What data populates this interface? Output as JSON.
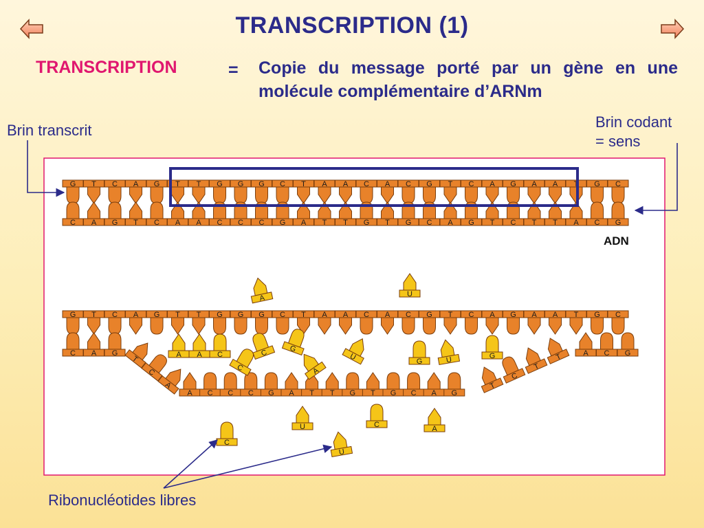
{
  "slide": {
    "title": "TRANSCRIPTION (1)"
  },
  "definition": {
    "term": "TRANSCRIPTION",
    "equals": "=",
    "text": "Copie du message porté par un gène en une molécule complémentaire d’ARNm"
  },
  "labels": {
    "transcribed_strand": "Brin transcrit",
    "coding_strand_line1": "Brin codant",
    "coding_strand_line2": "= sens",
    "dna": "ADN",
    "free_ribonucleotides": "Ribonucléotides libres"
  },
  "icons": {
    "previous": "left-arrow-icon",
    "next": "right-arrow-icon"
  },
  "colors": {
    "title": "#2b2b8a",
    "term": "#e0176f",
    "dna_nucleotide": "#e8822a",
    "ribonucleotide": "#f5c518",
    "frame_border": "#e0176f",
    "gene_box": "#2b2b8a"
  },
  "dna_top": {
    "coding_strand": [
      "G",
      "T",
      "C",
      "A",
      "G",
      "T",
      "T",
      "G",
      "G",
      "G",
      "C",
      "T",
      "A",
      "A",
      "C",
      "A",
      "C",
      "G",
      "T",
      "C",
      "A",
      "G",
      "A",
      "A",
      "T",
      "G",
      "C"
    ],
    "template_strand": [
      "C",
      "A",
      "G",
      "T",
      "C",
      "A",
      "A",
      "C",
      "C",
      "C",
      "G",
      "A",
      "T",
      "T",
      "G",
      "T",
      "G",
      "C",
      "A",
      "G",
      "T",
      "C",
      "T",
      "T",
      "A",
      "C",
      "G"
    ]
  },
  "dna_bottom": {
    "coding_strand": [
      "G",
      "T",
      "C",
      "A",
      "G",
      "T",
      "T",
      "G",
      "G",
      "G",
      "C",
      "T",
      "A",
      "A",
      "C",
      "A",
      "C",
      "G",
      "T",
      "C",
      "A",
      "G",
      "A",
      "A",
      "T",
      "G",
      "C"
    ],
    "template_left": [
      "C",
      "A",
      "G"
    ],
    "template_right": [
      "A",
      "C",
      "G"
    ],
    "template_diag_left": [
      "T",
      "C",
      "A"
    ],
    "template_diag_right": [
      "T",
      "C",
      "T",
      "T"
    ],
    "template_bottom": [
      "A",
      "C",
      "C",
      "C",
      "G",
      "A",
      "T",
      "T",
      "G",
      "T",
      "G",
      "C",
      "A",
      "G"
    ],
    "paired_rna": [
      "A",
      "A",
      "C"
    ]
  },
  "free_ribonucleotides": [
    "A",
    "U",
    "C",
    "C",
    "G",
    "A",
    "U",
    "G",
    "U",
    "G",
    "C",
    "U",
    "U",
    "C",
    "A"
  ]
}
